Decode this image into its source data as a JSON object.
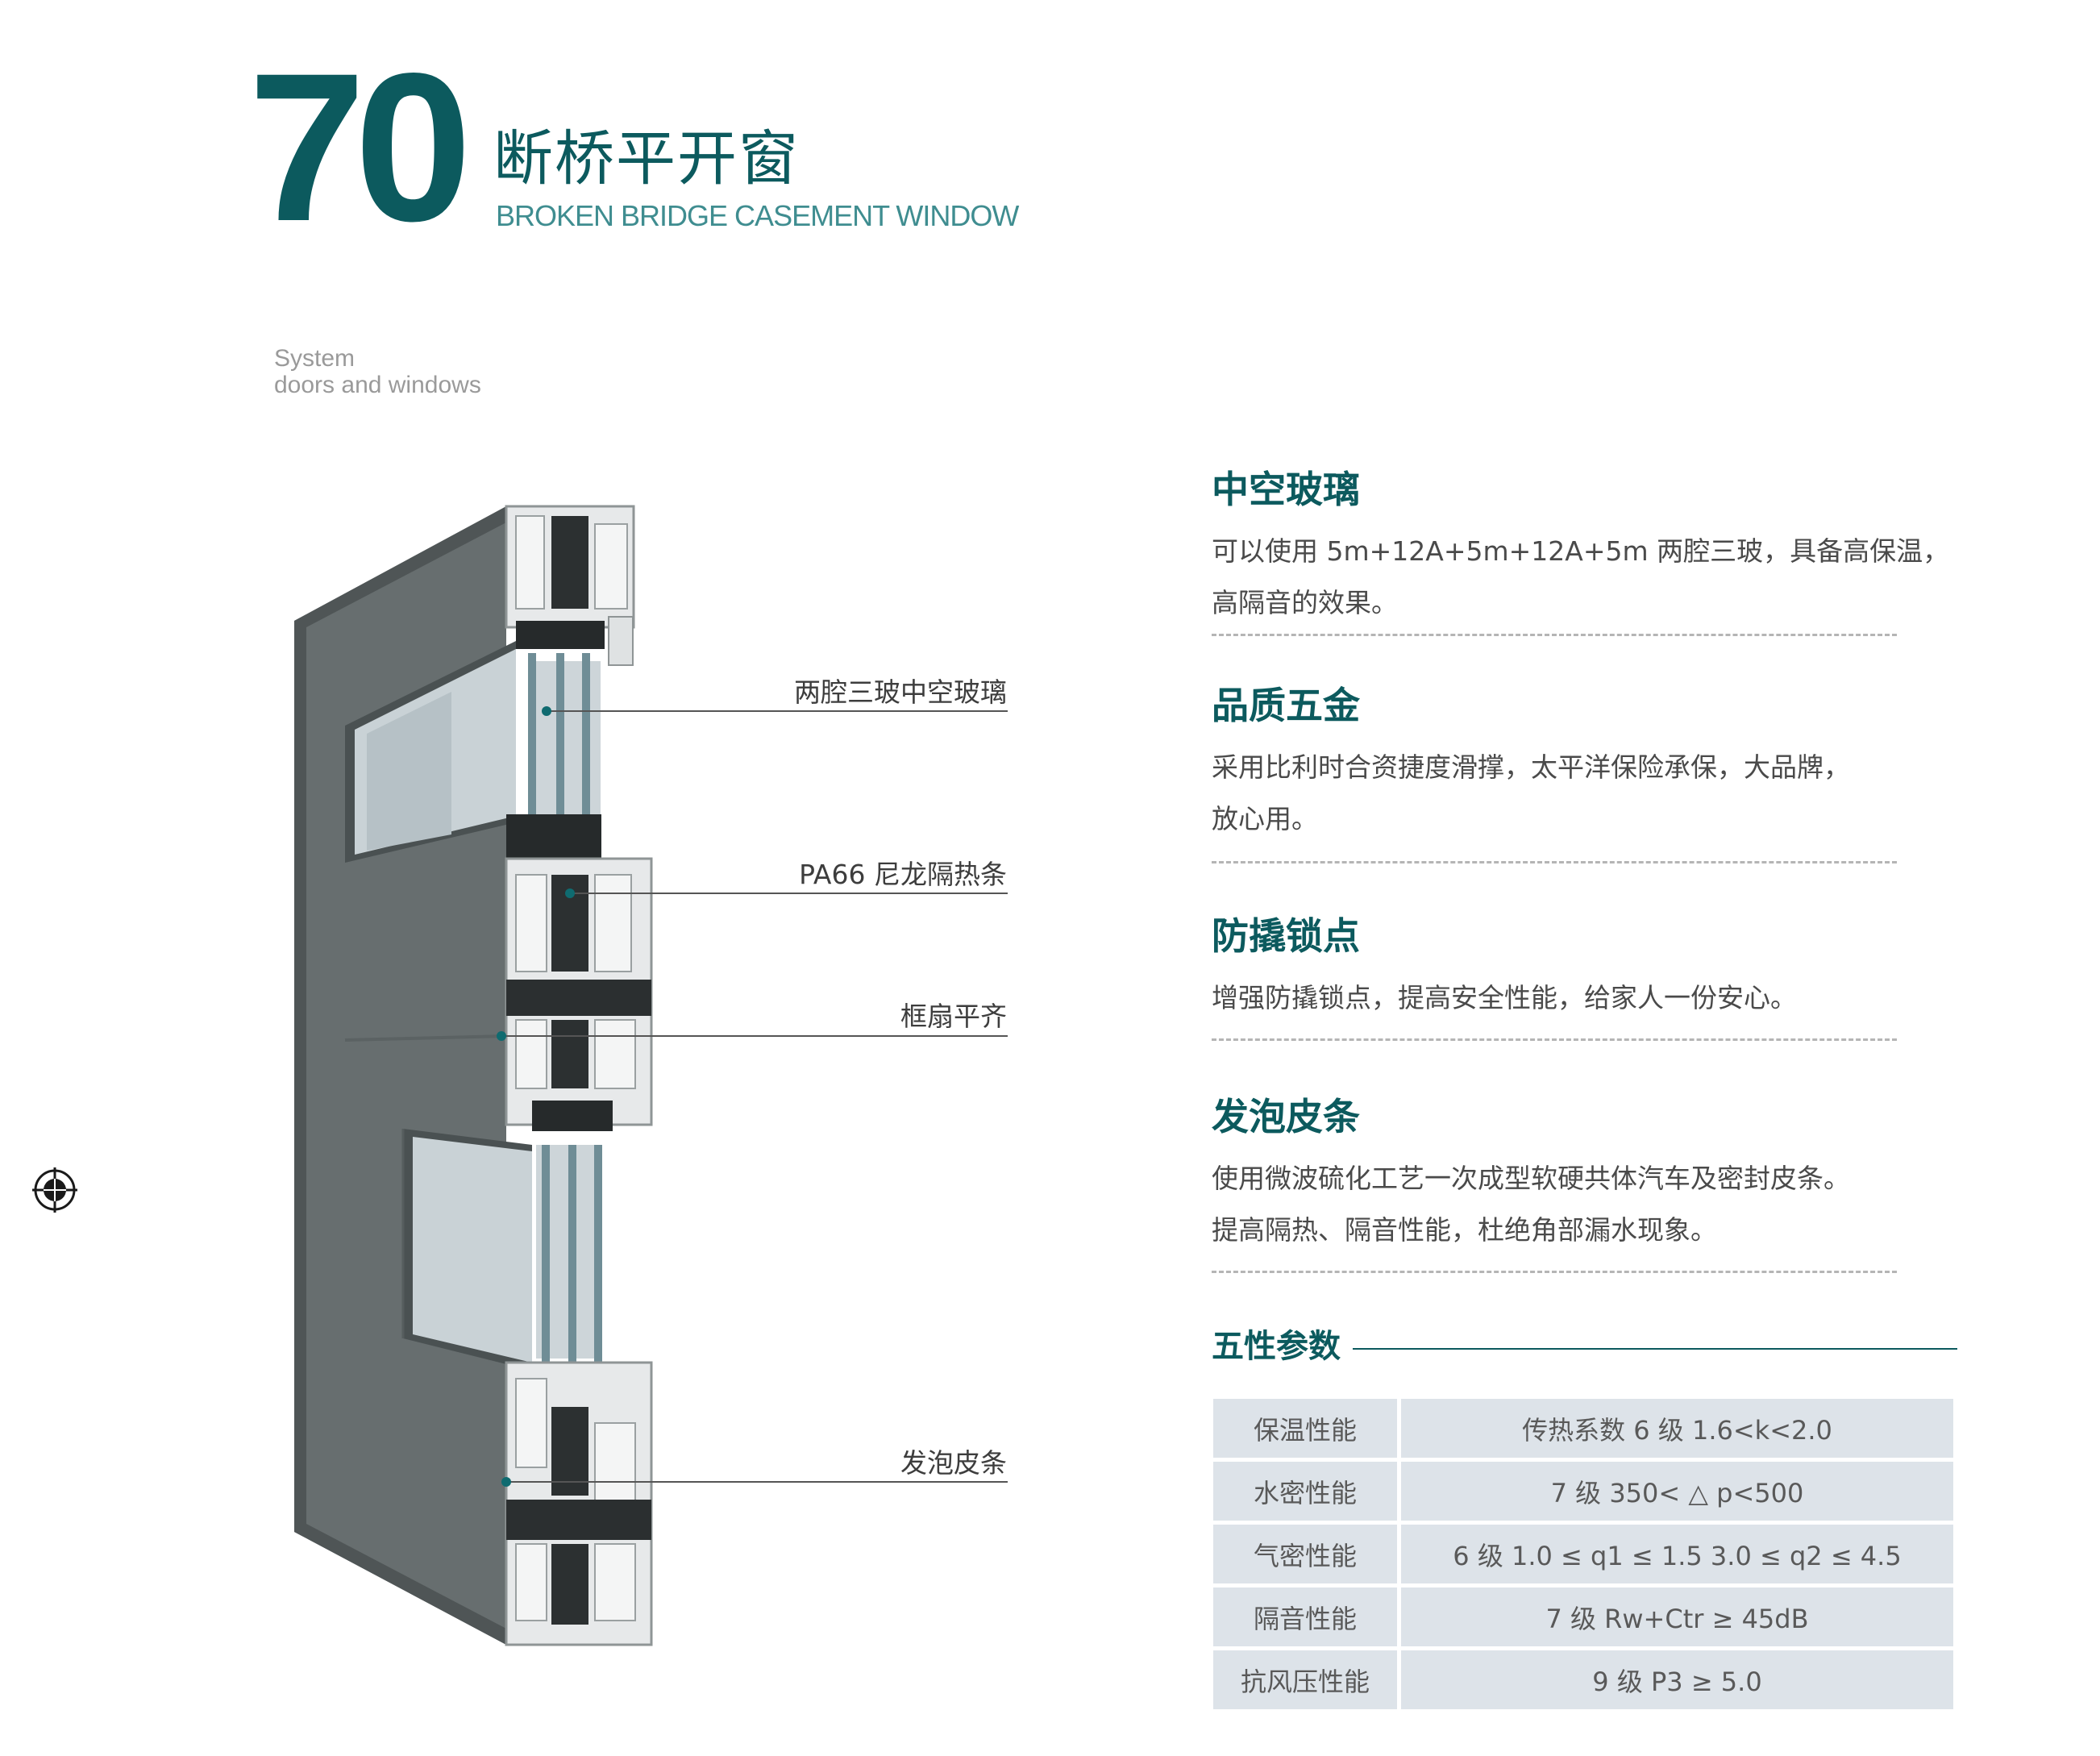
{
  "header": {
    "model_number": "70",
    "title_cn": "断桥平开窗",
    "title_en": "BROKEN BRIDGE CASEMENT WINDOW",
    "tagline": [
      "System",
      "doors and windows"
    ]
  },
  "callouts": [
    {
      "label": "两腔三玻中空玻璃"
    },
    {
      "label": "PA66 尼龙隔热条"
    },
    {
      "label": "框扇平齐"
    },
    {
      "label": "发泡皮条"
    }
  ],
  "features": [
    {
      "title": "中空玻璃",
      "desc": [
        "可以使用 5m+12A+5m+12A+5m 两腔三玻，具备高保温，",
        "高隔音的效果。"
      ]
    },
    {
      "title": "品质五金",
      "desc": [
        "采用比利时合资捷度滑撑，太平洋保险承保，大品牌，",
        "放心用。"
      ]
    },
    {
      "title": "防撬锁点",
      "desc": [
        "增强防撬锁点，提高安全性能，给家人一份安心。"
      ]
    },
    {
      "title": "发泡皮条",
      "desc": [
        "使用微波硫化工艺一次成型软硬共体汽车及密封皮条。",
        "提高隔热、隔音性能，杜绝角部漏水现象。"
      ]
    }
  ],
  "specs": {
    "title": "五性参数",
    "rows": [
      {
        "name": "保温性能",
        "value": "传热系数 6 级 1.6<k<2.0"
      },
      {
        "name": "水密性能",
        "value": "7 级 350< △ p<500"
      },
      {
        "name": "气密性能",
        "value": "6 级 1.0 ≤ q1 ≤ 1.5 3.0 ≤ q2 ≤ 4.5"
      },
      {
        "name": "隔音性能",
        "value": "7 级 Rw+Ctr ≥ 45dB"
      },
      {
        "name": "抗风压性能",
        "value": "9 级 P3 ≥ 5.0"
      }
    ]
  },
  "colors": {
    "brand": "#0c5a5e",
    "frame": "#676e6f",
    "table_bg": "#dde3e9"
  },
  "icons": [
    "registration-mark-icon"
  ]
}
